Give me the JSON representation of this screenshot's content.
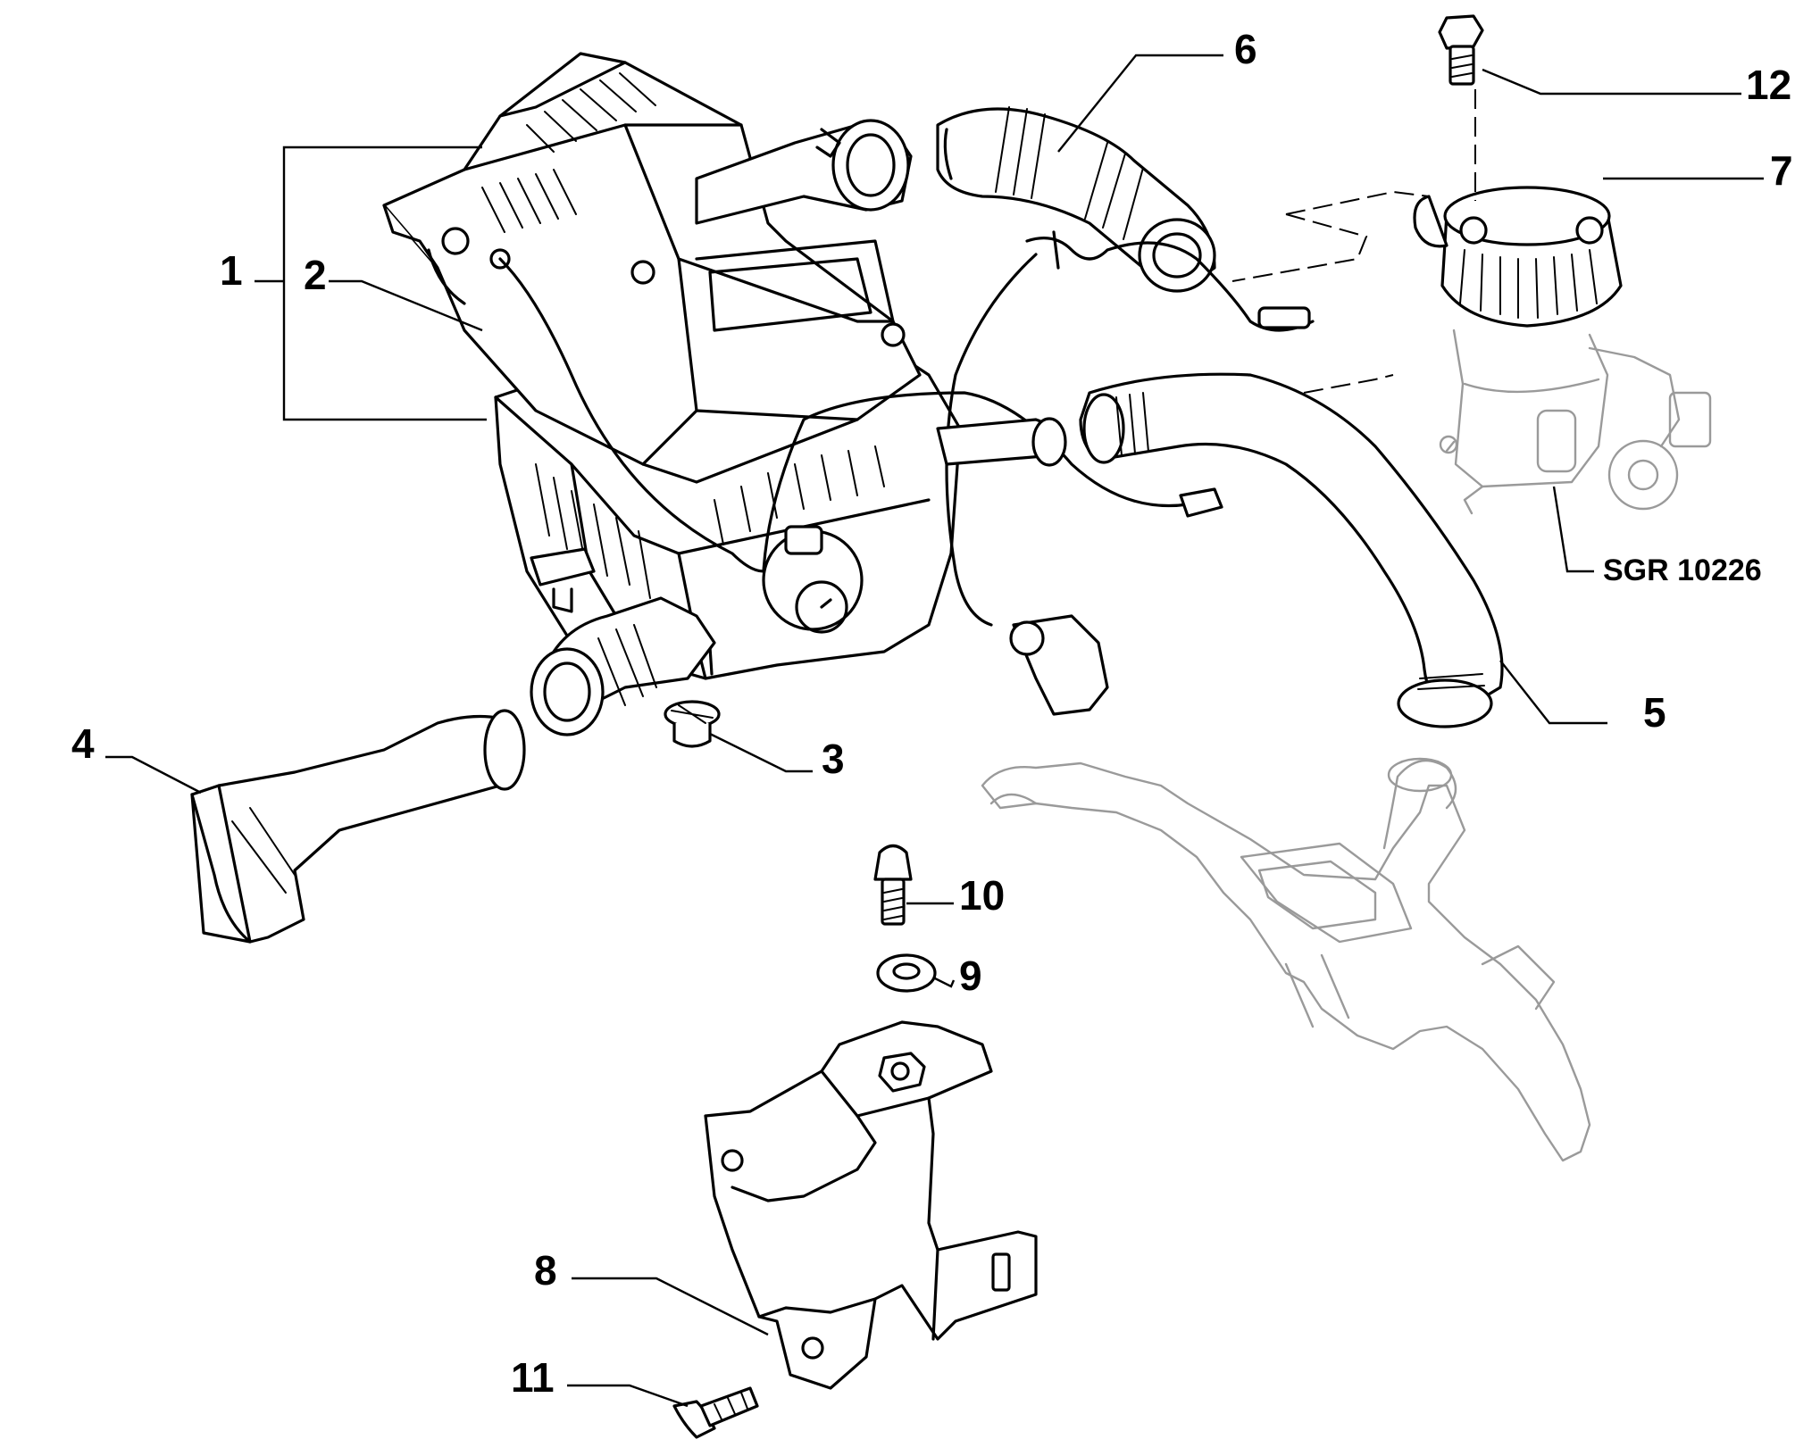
{
  "callouts": {
    "c1": "1",
    "c2": "2",
    "c3": "3",
    "c4": "4",
    "c5": "5",
    "c6": "6",
    "c7": "7",
    "c8": "8",
    "c9": "9",
    "c10": "10",
    "c11": "11",
    "c12": "12"
  },
  "reference_code": "SGR 10226"
}
